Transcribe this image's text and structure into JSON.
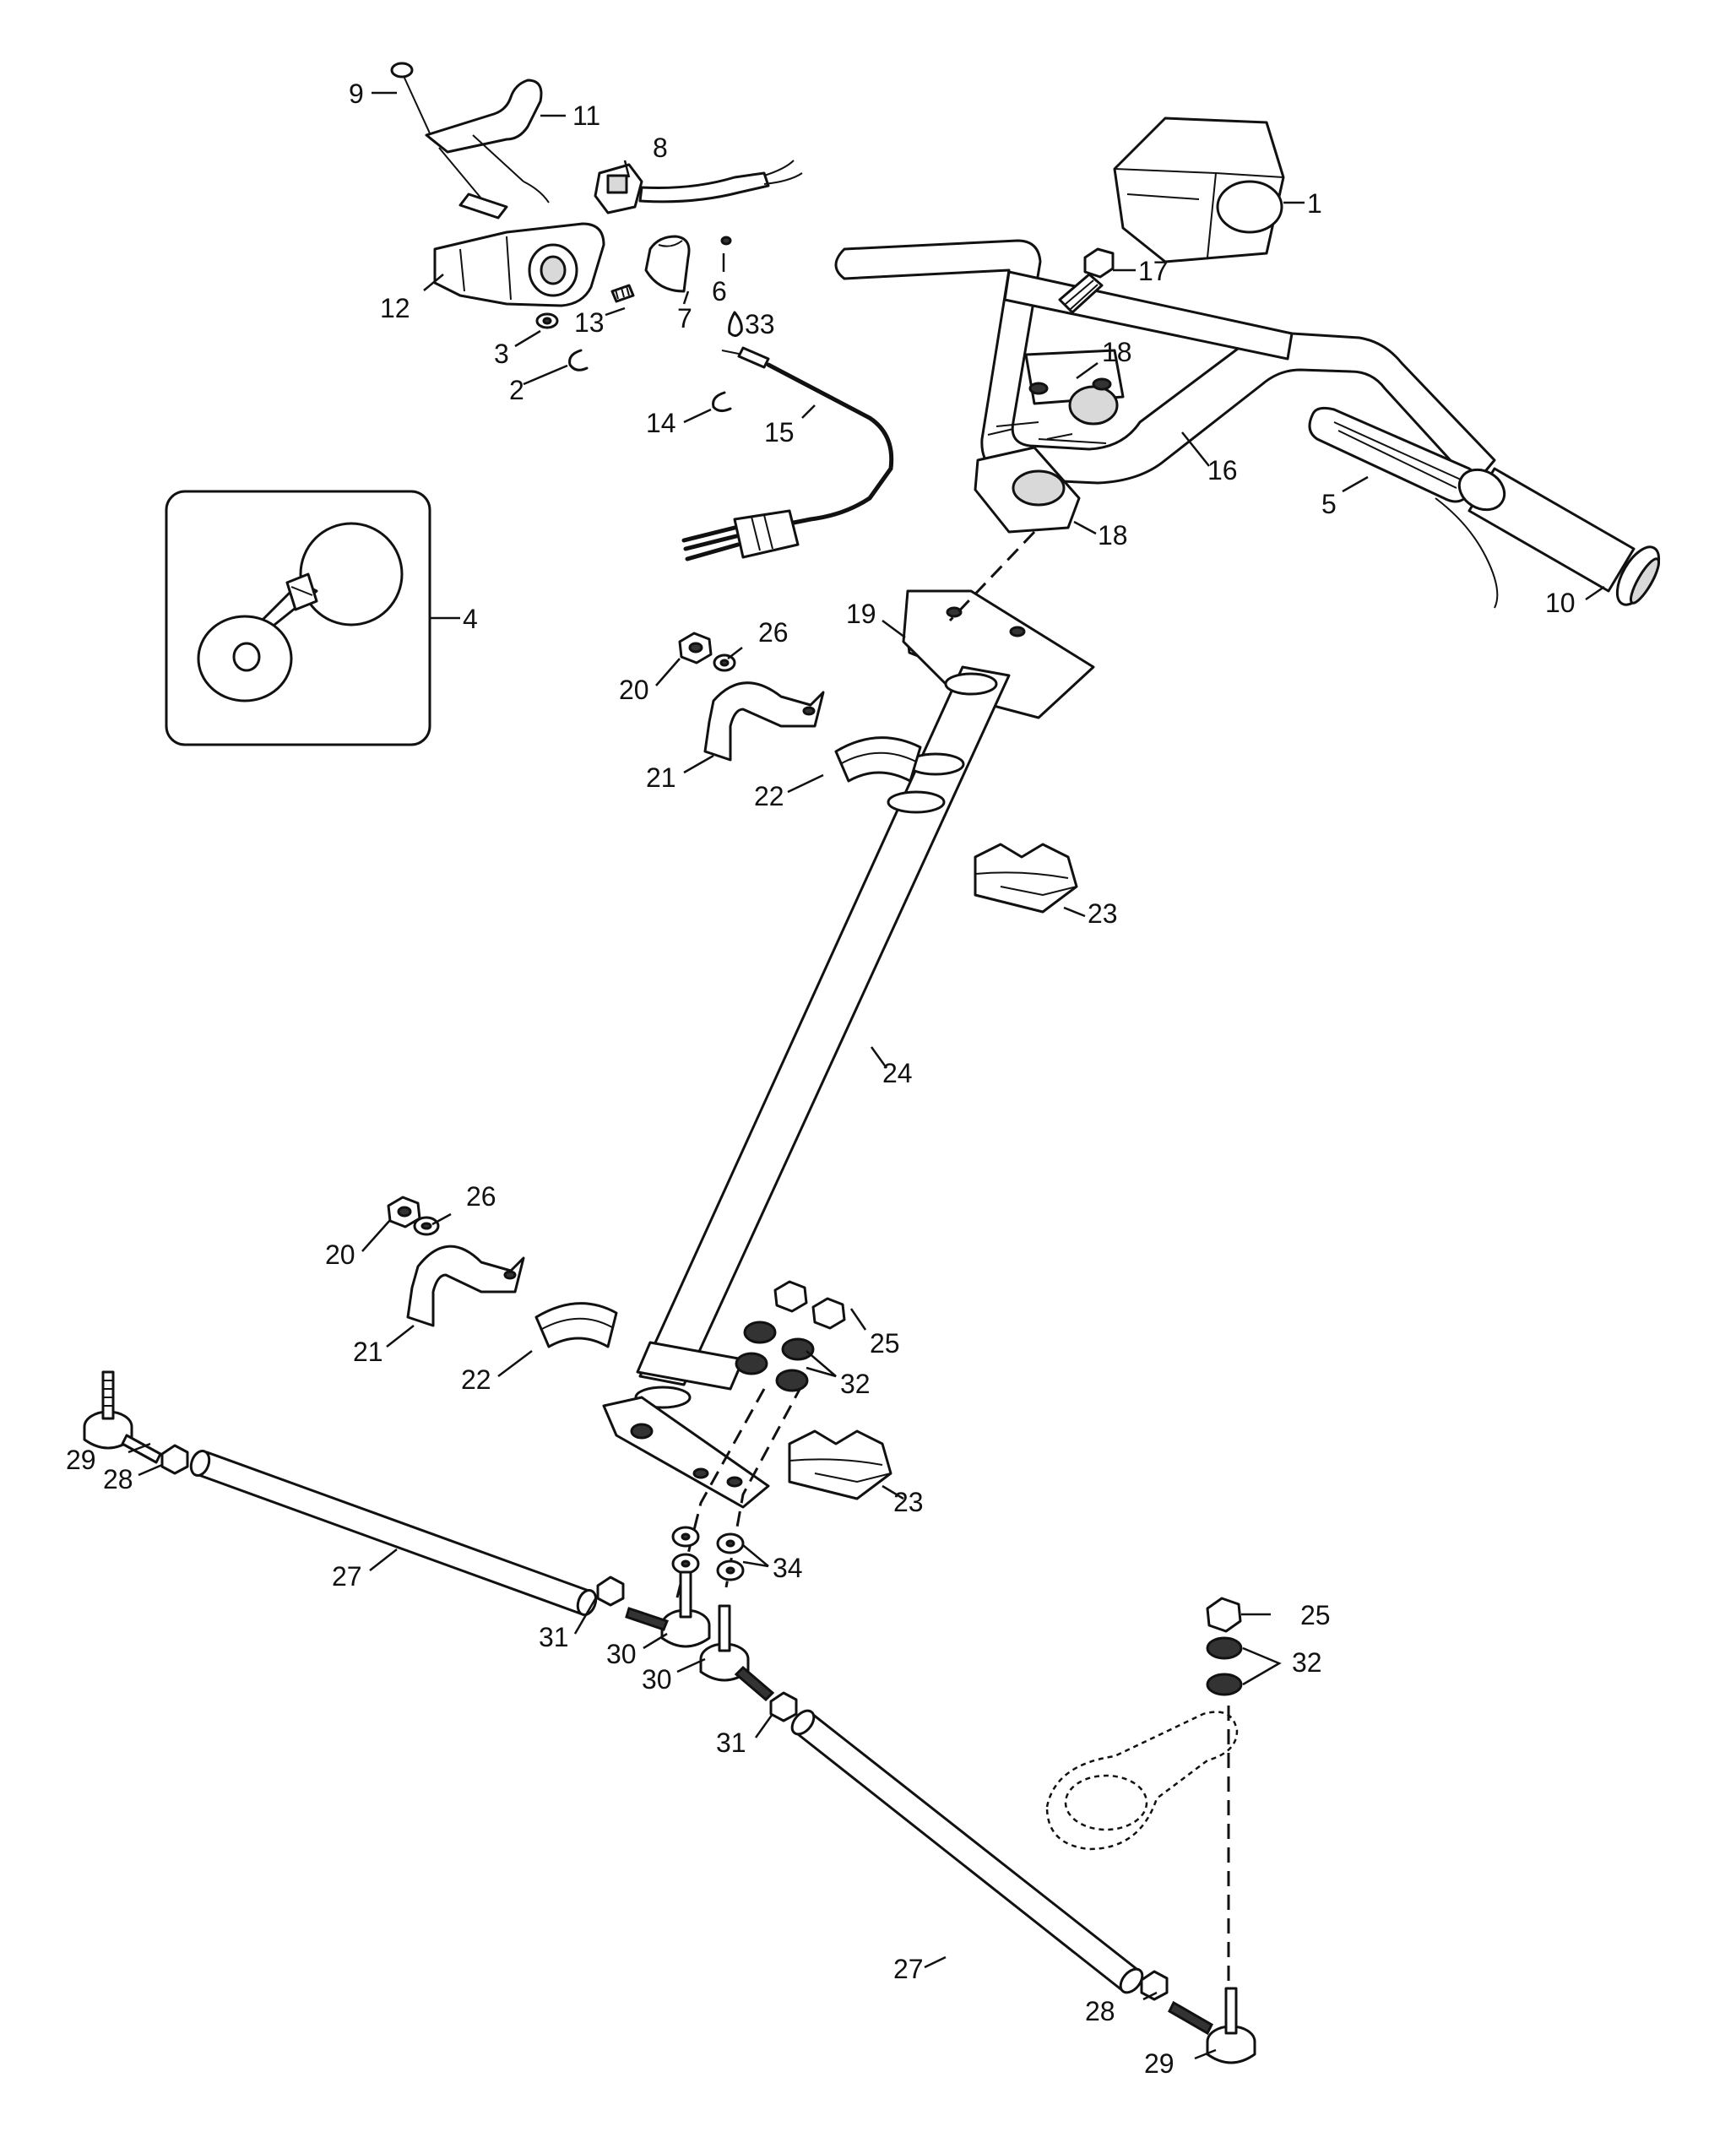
{
  "diagram": {
    "callouts": [
      {
        "id": "c1",
        "text": "1"
      },
      {
        "id": "c2",
        "text": "2"
      },
      {
        "id": "c3",
        "text": "3"
      },
      {
        "id": "c4",
        "text": "4"
      },
      {
        "id": "c5",
        "text": "5"
      },
      {
        "id": "c6",
        "text": "6"
      },
      {
        "id": "c7",
        "text": "7"
      },
      {
        "id": "c8",
        "text": "8"
      },
      {
        "id": "c9",
        "text": "9"
      },
      {
        "id": "c10",
        "text": "10"
      },
      {
        "id": "c11",
        "text": "11"
      },
      {
        "id": "c12",
        "text": "12"
      },
      {
        "id": "c13",
        "text": "13"
      },
      {
        "id": "c14",
        "text": "14"
      },
      {
        "id": "c15",
        "text": "15"
      },
      {
        "id": "c16",
        "text": "16"
      },
      {
        "id": "c17",
        "text": "17"
      },
      {
        "id": "c18a",
        "text": "18"
      },
      {
        "id": "c18b",
        "text": "18"
      },
      {
        "id": "c19",
        "text": "19"
      },
      {
        "id": "c20a",
        "text": "20"
      },
      {
        "id": "c20b",
        "text": "20"
      },
      {
        "id": "c21a",
        "text": "21"
      },
      {
        "id": "c21b",
        "text": "21"
      },
      {
        "id": "c22a",
        "text": "22"
      },
      {
        "id": "c22b",
        "text": "22"
      },
      {
        "id": "c23a",
        "text": "23"
      },
      {
        "id": "c23b",
        "text": "23"
      },
      {
        "id": "c24",
        "text": "24"
      },
      {
        "id": "c25a",
        "text": "25"
      },
      {
        "id": "c25b",
        "text": "25"
      },
      {
        "id": "c26a",
        "text": "26"
      },
      {
        "id": "c26b",
        "text": "26"
      },
      {
        "id": "c27a",
        "text": "27"
      },
      {
        "id": "c27b",
        "text": "27"
      },
      {
        "id": "c28a",
        "text": "28"
      },
      {
        "id": "c28b",
        "text": "28"
      },
      {
        "id": "c29a",
        "text": "29"
      },
      {
        "id": "c29b",
        "text": "29"
      },
      {
        "id": "c30a",
        "text": "30"
      },
      {
        "id": "c30b",
        "text": "30"
      },
      {
        "id": "c31a",
        "text": "31"
      },
      {
        "id": "c31b",
        "text": "31"
      },
      {
        "id": "c32a",
        "text": "32"
      },
      {
        "id": "c32b",
        "text": "32"
      },
      {
        "id": "c33",
        "text": "33"
      },
      {
        "id": "c34",
        "text": "34"
      }
    ]
  }
}
